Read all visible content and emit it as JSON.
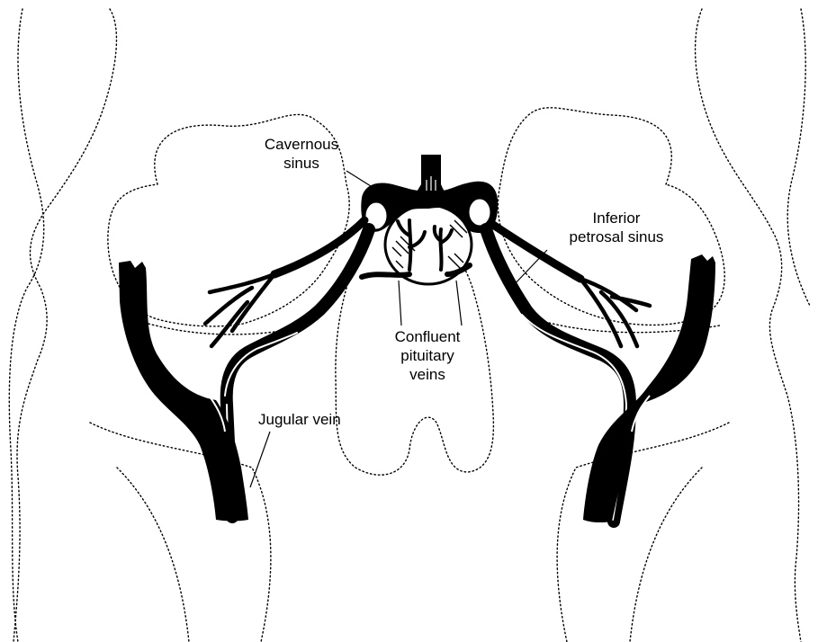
{
  "labels": {
    "cavernous_sinus": [
      "Cavernous",
      "sinus"
    ],
    "inferior_petrosal_sinus": [
      "Inferior",
      "petrosal sinus"
    ],
    "confluent_pituitary_veins": [
      "Confluent",
      "pituitary",
      "veins"
    ],
    "jugular_vein": "Jugular vein"
  }
}
